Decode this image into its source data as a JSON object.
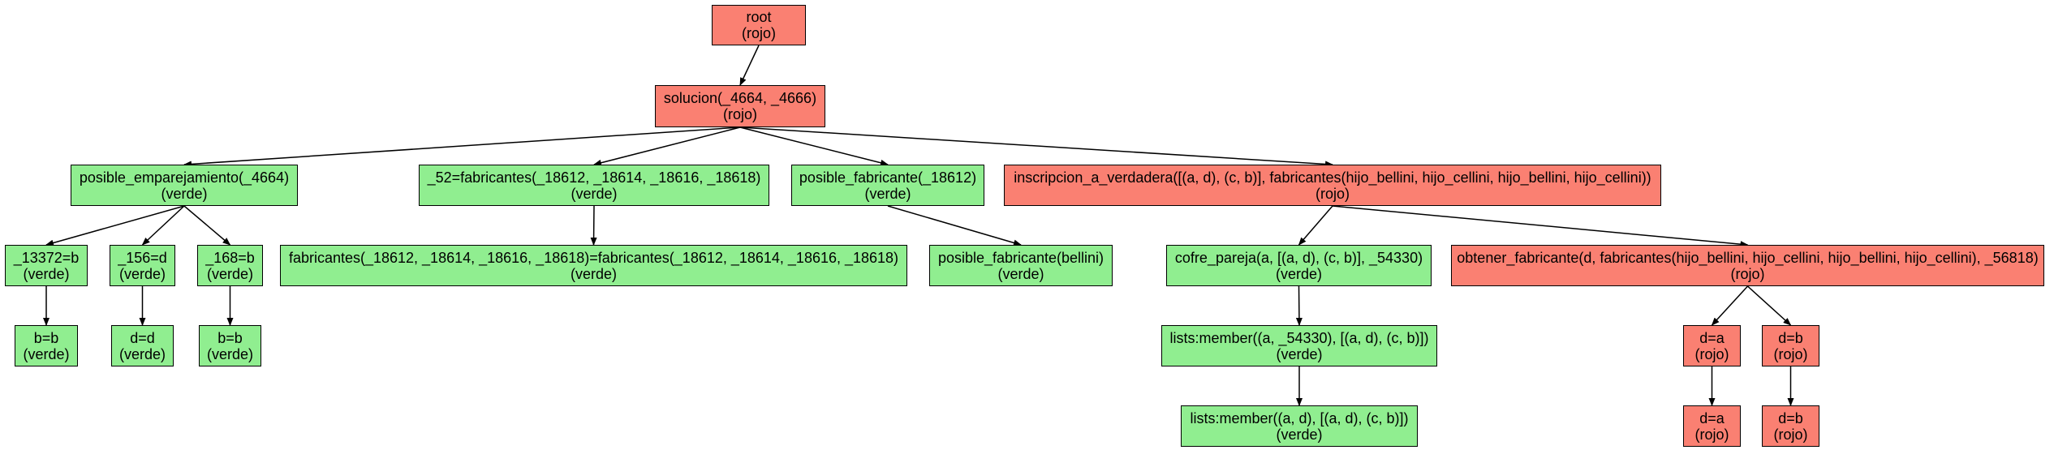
{
  "colors": {
    "rojo": "#fa8072",
    "verde": "#90ee90",
    "edge": "#000000"
  },
  "nodes": [
    {
      "id": "root",
      "label": "root",
      "status": "(rojo)",
      "color": "rojo"
    },
    {
      "id": "solucion",
      "label": "solucion(_4664, _4666)",
      "status": "(rojo)",
      "color": "rojo"
    },
    {
      "id": "posible_emp",
      "label": "posible_emparejamiento(_4664)",
      "status": "(verde)",
      "color": "verde"
    },
    {
      "id": "fab52",
      "label": "_52=fabricantes(_18612, _18614, _18616, _18618)",
      "status": "(verde)",
      "color": "verde"
    },
    {
      "id": "posible_fab",
      "label": "posible_fabricante(_18612)",
      "status": "(verde)",
      "color": "verde"
    },
    {
      "id": "inscripcion",
      "label": "inscripcion_a_verdadera([(a, d), (c, b)], fabricantes(hijo_bellini, hijo_cellini, hijo_bellini, hijo_cellini))",
      "status": "(rojo)",
      "color": "rojo"
    },
    {
      "id": "n13372",
      "label": "_13372=b",
      "status": "(verde)",
      "color": "verde"
    },
    {
      "id": "n156",
      "label": "_156=d",
      "status": "(verde)",
      "color": "verde"
    },
    {
      "id": "n168",
      "label": "_168=b",
      "status": "(verde)",
      "color": "verde"
    },
    {
      "id": "fabeq",
      "label": "fabricantes(_18612, _18614, _18616, _18618)=fabricantes(_18612, _18614, _18616, _18618)",
      "status": "(verde)",
      "color": "verde"
    },
    {
      "id": "posible_bellini",
      "label": "posible_fabricante(bellini)",
      "status": "(verde)",
      "color": "verde"
    },
    {
      "id": "cofre",
      "label": "cofre_pareja(a, [(a, d), (c, b)], _54330)",
      "status": "(verde)",
      "color": "verde"
    },
    {
      "id": "obtener",
      "label": "obtener_fabricante(d, fabricantes(hijo_bellini, hijo_cellini, hijo_bellini, hijo_cellini), _56818)",
      "status": "(rojo)",
      "color": "rojo"
    },
    {
      "id": "bb1",
      "label": "b=b",
      "status": "(verde)",
      "color": "verde"
    },
    {
      "id": "dd",
      "label": "d=d",
      "status": "(verde)",
      "color": "verde"
    },
    {
      "id": "bb2",
      "label": "b=b",
      "status": "(verde)",
      "color": "verde"
    },
    {
      "id": "member1",
      "label": "lists:member((a, _54330), [(a, d), (c, b)])",
      "status": "(verde)",
      "color": "verde"
    },
    {
      "id": "member2",
      "label": "lists:member((a, d), [(a, d), (c, b)])",
      "status": "(verde)",
      "color": "verde"
    },
    {
      "id": "da1",
      "label": "d=a",
      "status": "(rojo)",
      "color": "rojo"
    },
    {
      "id": "db1",
      "label": "d=b",
      "status": "(rojo)",
      "color": "rojo"
    },
    {
      "id": "da2",
      "label": "d=a",
      "status": "(rojo)",
      "color": "rojo"
    },
    {
      "id": "db2",
      "label": "d=b",
      "status": "(rojo)",
      "color": "rojo"
    }
  ],
  "edges": [
    [
      "root",
      "solucion"
    ],
    [
      "solucion",
      "posible_emp"
    ],
    [
      "solucion",
      "fab52"
    ],
    [
      "solucion",
      "posible_fab"
    ],
    [
      "solucion",
      "inscripcion"
    ],
    [
      "posible_emp",
      "n13372"
    ],
    [
      "posible_emp",
      "n156"
    ],
    [
      "posible_emp",
      "n168"
    ],
    [
      "n13372",
      "bb1"
    ],
    [
      "n156",
      "dd"
    ],
    [
      "n168",
      "bb2"
    ],
    [
      "fab52",
      "fabeq"
    ],
    [
      "posible_fab",
      "posible_bellini"
    ],
    [
      "inscripcion",
      "cofre"
    ],
    [
      "inscripcion",
      "obtener"
    ],
    [
      "cofre",
      "member1"
    ],
    [
      "member1",
      "member2"
    ],
    [
      "obtener",
      "da1"
    ],
    [
      "obtener",
      "db1"
    ],
    [
      "da1",
      "da2"
    ],
    [
      "db1",
      "db2"
    ]
  ]
}
